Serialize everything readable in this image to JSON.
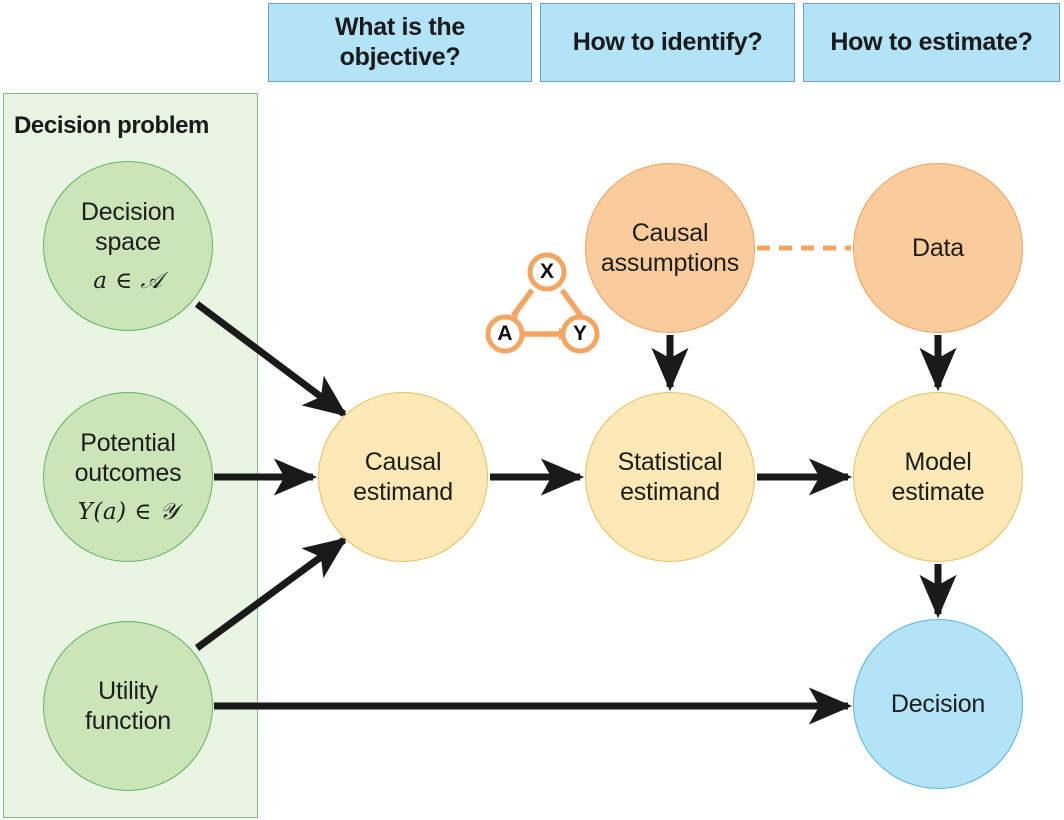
{
  "header": {
    "boxes": [
      {
        "id": "objective",
        "label": "What is the\nobjective?",
        "line1": "What is the",
        "line2": "objective?"
      },
      {
        "id": "identify",
        "label": "How to identify?",
        "line1": "How to identify?",
        "line2": ""
      },
      {
        "id": "estimate",
        "label": "How to estimate?",
        "line1": "How to estimate?",
        "line2": ""
      }
    ]
  },
  "panel": {
    "title": "Decision problem"
  },
  "nodes": {
    "decision_space": {
      "line1": "Decision",
      "line2": "space",
      "math": "a ∈ 𝒜",
      "color": "#cbe4b8"
    },
    "potential_outcomes": {
      "line1": "Potential",
      "line2": "outcomes",
      "math": "Y(a) ∈ 𝒴",
      "color": "#cbe4b8"
    },
    "utility_function": {
      "line1": "Utility",
      "line2": "function",
      "math": "",
      "color": "#cbe4b8"
    },
    "causal_estimand": {
      "line1": "Causal",
      "line2": "estimand",
      "color": "#fde9b5"
    },
    "statistical_estimand": {
      "line1": "Statistical",
      "line2": "estimand",
      "color": "#fde9b5"
    },
    "model_estimate": {
      "line1": "Model",
      "line2": "estimate",
      "color": "#fde9b5"
    },
    "causal_assumptions": {
      "line1": "Causal",
      "line2": "assumptions",
      "color": "#facc9b"
    },
    "data": {
      "line1": "Data",
      "line2": "",
      "color": "#facc9b"
    },
    "decision": {
      "line1": "Decision",
      "line2": "",
      "color": "#b3e3f7"
    }
  },
  "dag": {
    "nodes": [
      {
        "id": "X",
        "label": "X"
      },
      {
        "id": "A",
        "label": "A"
      },
      {
        "id": "Y",
        "label": "Y"
      }
    ],
    "edges": [
      {
        "from": "X",
        "to": "A"
      },
      {
        "from": "X",
        "to": "Y"
      },
      {
        "from": "A",
        "to": "Y"
      }
    ],
    "color": "#f5a562"
  },
  "edges": [
    {
      "from": "decision_space",
      "to": "causal_estimand",
      "style": "solid",
      "color": "#1a1a1a"
    },
    {
      "from": "potential_outcomes",
      "to": "causal_estimand",
      "style": "solid",
      "color": "#1a1a1a"
    },
    {
      "from": "utility_function",
      "to": "causal_estimand",
      "style": "solid",
      "color": "#1a1a1a"
    },
    {
      "from": "utility_function",
      "to": "decision",
      "style": "solid",
      "color": "#1a1a1a"
    },
    {
      "from": "causal_estimand",
      "to": "statistical_estimand",
      "style": "solid",
      "color": "#1a1a1a"
    },
    {
      "from": "statistical_estimand",
      "to": "model_estimate",
      "style": "solid",
      "color": "#1a1a1a"
    },
    {
      "from": "causal_assumptions",
      "to": "statistical_estimand",
      "style": "solid",
      "color": "#1a1a1a"
    },
    {
      "from": "data",
      "to": "model_estimate",
      "style": "solid",
      "color": "#1a1a1a"
    },
    {
      "from": "model_estimate",
      "to": "decision",
      "style": "solid",
      "color": "#1a1a1a"
    },
    {
      "from": "causal_assumptions",
      "to": "data",
      "style": "dashed",
      "color": "#f5a562"
    }
  ],
  "palette": {
    "green_fill": "#cbe4b8",
    "green_panel": "#e9f4e3",
    "yellow_fill": "#fde9b5",
    "orange_fill": "#facc9b",
    "blue_fill": "#b3e3f7",
    "arrow": "#1a1a1a"
  }
}
